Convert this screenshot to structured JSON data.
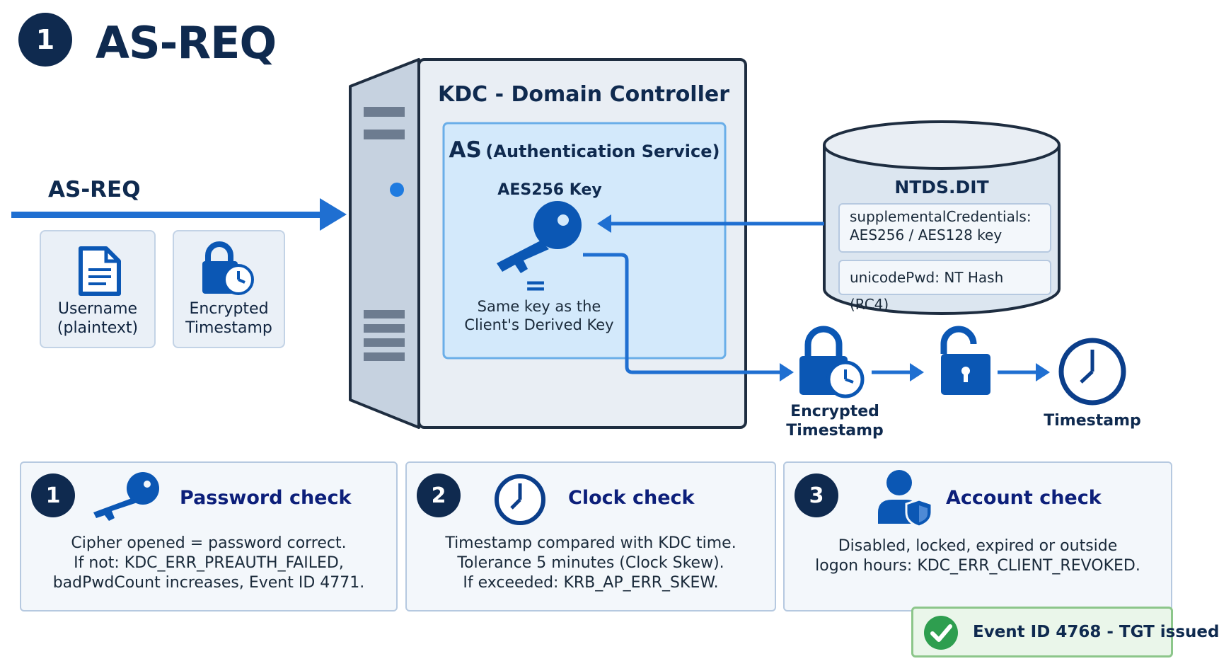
{
  "header": {
    "step_number": "1",
    "title": "AS-REQ"
  },
  "request": {
    "arrow_label": "AS-REQ",
    "items": [
      {
        "label_line1": "Username",
        "label_line2": "(plaintext)",
        "icon": "document-icon"
      },
      {
        "label_line1": "Encrypted",
        "label_line2": "Timestamp",
        "icon": "lock-clock-icon"
      }
    ]
  },
  "kdc": {
    "title": "KDC - Domain Controller",
    "as_title_short": "AS",
    "as_title_long": "(Authentication Service)",
    "key_label": "AES256 Key",
    "equals": "=",
    "note_line1": "Same key as the",
    "note_line2": "Client's Derived Key"
  },
  "ntds": {
    "title": "NTDS.DIT",
    "row1_line1": "supplementalCredentials:",
    "row1_line2": "AES256 / AES128 key",
    "row2": "unicodePwd: NT Hash (RC4)"
  },
  "flow": {
    "encrypted_line1": "Encrypted",
    "encrypted_line2": "Timestamp",
    "timestamp_label": "Timestamp"
  },
  "checks": [
    {
      "number": "1",
      "title": "Password check",
      "icon": "key-icon",
      "lines": [
        "Cipher opened = password correct.",
        "If not: KDC_ERR_PREAUTH_FAILED,",
        "badPwdCount increases, Event ID 4771."
      ]
    },
    {
      "number": "2",
      "title": "Clock check",
      "icon": "clock-icon",
      "lines": [
        "Timestamp compared with KDC time.",
        "Tolerance 5 minutes (Clock Skew).",
        "If exceeded: KRB_AP_ERR_SKEW."
      ]
    },
    {
      "number": "3",
      "title": "Account check",
      "icon": "user-shield-icon",
      "lines": [
        "Disabled, locked, expired or outside",
        "logon hours: KDC_ERR_CLIENT_REVOKED."
      ]
    }
  ],
  "result": {
    "text": "Event ID 4768 - TGT issued",
    "icon": "check-circle-icon"
  },
  "colors": {
    "navy": "#0f2a4f",
    "blue": "#0b57b4",
    "arrow": "#1f6fd1",
    "success": "#2e9e4f"
  }
}
